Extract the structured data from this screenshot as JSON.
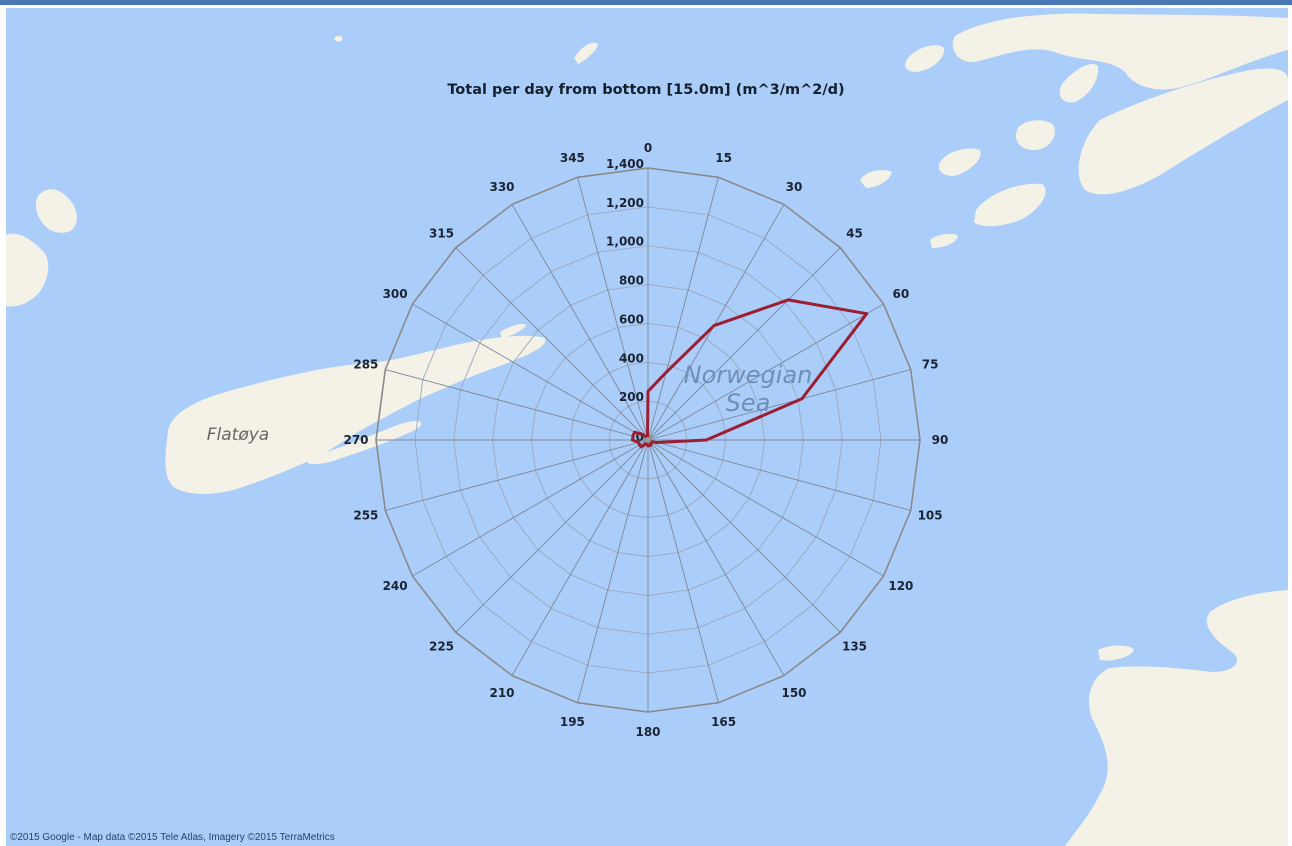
{
  "map": {
    "water_color": "#abcdfa",
    "land_color": "#f4f1e6",
    "labels": [
      {
        "id": "sea",
        "lines": [
          "Norwegian",
          "Sea"
        ]
      },
      {
        "id": "island",
        "lines": [
          "Flatøya"
        ]
      }
    ],
    "attribution": "©2015 Google - Map data ©2015 Tele Atlas, Imagery ©2015 TerraMetrics"
  },
  "chart_data": {
    "type": "polar-line",
    "title": "Total per day from bottom [15.0m] (m^3/m^2/d)",
    "angle_unit": "degrees",
    "angle_ticks": [
      0,
      15,
      30,
      45,
      60,
      75,
      90,
      105,
      120,
      135,
      150,
      165,
      180,
      195,
      210,
      225,
      240,
      255,
      270,
      285,
      300,
      315,
      330,
      345
    ],
    "radial_ticks": [
      "0",
      "200",
      "400",
      "600",
      "800",
      "1,000",
      "1,200",
      "1,400"
    ],
    "radial_max": 1400,
    "grid": true,
    "series": [
      {
        "color": "#9c1e33",
        "angles": [
          0,
          15,
          30,
          45,
          60,
          75,
          90,
          105,
          120,
          135,
          150,
          165,
          180,
          195,
          210,
          225,
          240,
          255,
          270,
          285,
          300,
          315,
          330,
          345
        ],
        "values": [
          250,
          360,
          680,
          1020,
          1300,
          820,
          300,
          50,
          20,
          20,
          30,
          30,
          30,
          20,
          20,
          50,
          50,
          50,
          80,
          80,
          80,
          40,
          20,
          10
        ]
      }
    ]
  }
}
